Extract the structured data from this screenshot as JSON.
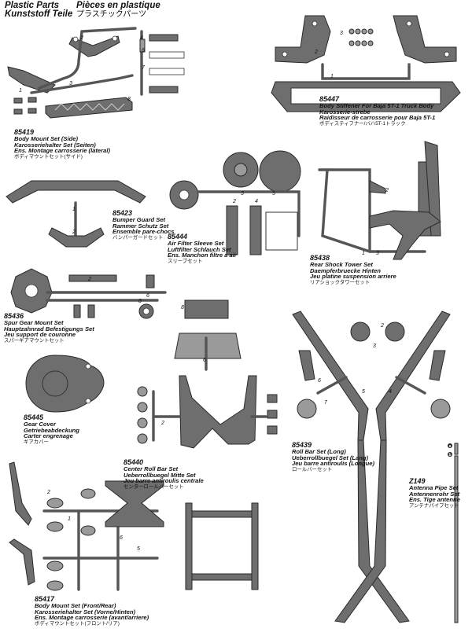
{
  "header": {
    "title_en": "Plastic Parts",
    "title_fr": "Pièces en plastique",
    "title_de": "Kunststoff Teile",
    "title_jp": "プラスチックパーツ"
  },
  "parts": {
    "p85419": {
      "number": "85419",
      "en": "Body Mount Set (Side)",
      "de": "Karosseriehalter Set (Seiten)",
      "fr": "Ens. Montage carrosserie (lateral)",
      "jp": "ボディマウントセット(サイド)"
    },
    "p85447": {
      "number": "85447",
      "en": "Body Stiffener For Baja 5T-1 Truck Body",
      "de": "Karosserie-strebe",
      "fr": "Raidisseur de carrosserie pour Baja 5T-1",
      "jp": "ボディスティフナー/バハ5T-1トラック"
    },
    "p85423": {
      "number": "85423",
      "en": "Bumper Guard Set",
      "de": "Rammer Schutz Set",
      "fr": "Ensemble pare-chocs",
      "jp": "バンパーガードセット"
    },
    "p85444": {
      "number": "85444",
      "en": "Air Filter Sleeve Set",
      "de": "Luftfilter Schlauch Set",
      "fr": "Ens. Manchon filtre a air",
      "jp": "スリーブセット"
    },
    "p85438": {
      "number": "85438",
      "en": "Rear Shock Tower Set",
      "de": "Daempferbruecke Hinten",
      "fr": "Jeu platine suspension arriere",
      "jp": "リアショックタワーセット"
    },
    "p85436": {
      "number": "85436",
      "en": "Spur Gear Mount Set",
      "de": "Hauptzahnrad Befestigungs Set",
      "fr": "Jeu support de couronne",
      "jp": "スパーギアマウントセット"
    },
    "p85445": {
      "number": "85445",
      "en": "Gear Cover",
      "de": "Getriebeabdeckung",
      "fr": "Carter engrenage",
      "jp": "ギアカバー"
    },
    "p85440": {
      "number": "85440",
      "en": "Center Roll Bar Set",
      "de": "Ueberrollbuegel Mitte Set",
      "fr": "Jeu barre antiroulis centrale",
      "jp": "センターロールバーセット"
    },
    "p85439": {
      "number": "85439",
      "en": "Roll Bar Set (Long)",
      "de": "Ueberrollbuegel Set (Lang)",
      "fr": "Jeu barre antiroulis (Longue)",
      "jp": "ロールバーセット"
    },
    "pZ149": {
      "number": "Z149",
      "en": "Antenna Pipe Set",
      "de": "Antennenrohr Set",
      "fr": "Ens. Tige antenne",
      "jp": "アンテナパイプセット"
    },
    "p85417": {
      "number": "85417",
      "en": "Body Mount Set (Front/Rear)",
      "de": "Karosseriehalter Set (Vorne/Hinten)",
      "fr": "Ens. Montage carrosserie (avant/arriere)",
      "jp": "ボディマウントセット(フロント/リア)"
    }
  },
  "callouts": [
    "1",
    "2",
    "3",
    "4",
    "5",
    "6",
    "7",
    "8",
    "a",
    "b"
  ]
}
